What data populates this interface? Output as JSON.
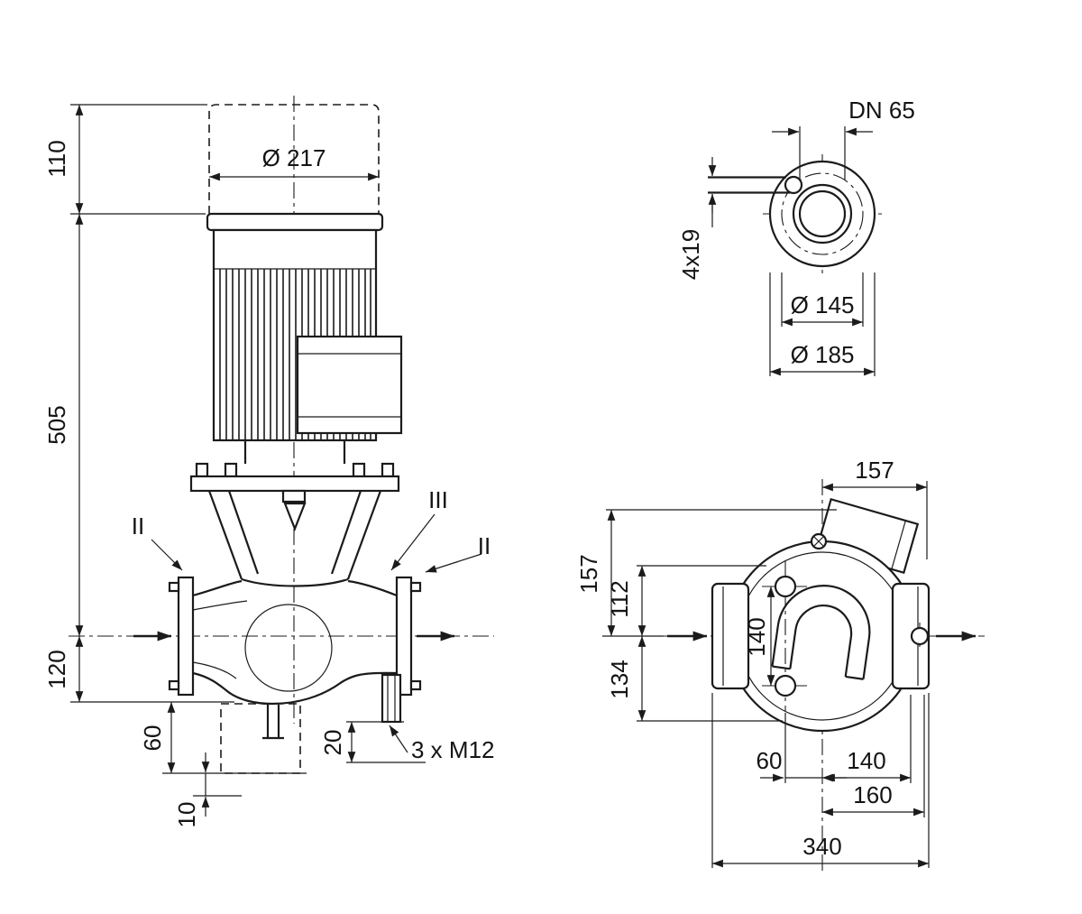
{
  "front": {
    "d110": "110",
    "d505": "505",
    "d120": "120",
    "d60": "60",
    "d10": "10",
    "d217": "Ø 217",
    "d20": "20",
    "m12": "3 x M12",
    "sec_ii_left": "II",
    "sec_iii": "III",
    "sec_ii_right": "II"
  },
  "flange": {
    "dn": "DN 65",
    "holes": "4x19",
    "d145": "Ø 145",
    "d185": "Ø 185"
  },
  "plan": {
    "t157": "157",
    "l157": "157",
    "l112": "112",
    "v140": "140",
    "l134": "134",
    "b60": "60",
    "b140": "140",
    "b160": "160",
    "b340": "340"
  },
  "colors": {
    "line": "#1b1b1b",
    "background": "#ffffff"
  }
}
